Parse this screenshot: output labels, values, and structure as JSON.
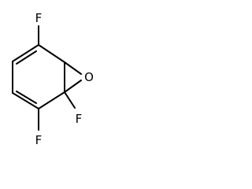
{
  "molecule": {
    "atoms": {
      "f_top": "F",
      "o_epoxide": "O",
      "f_bridge": "F",
      "f_bottom": "F"
    }
  }
}
